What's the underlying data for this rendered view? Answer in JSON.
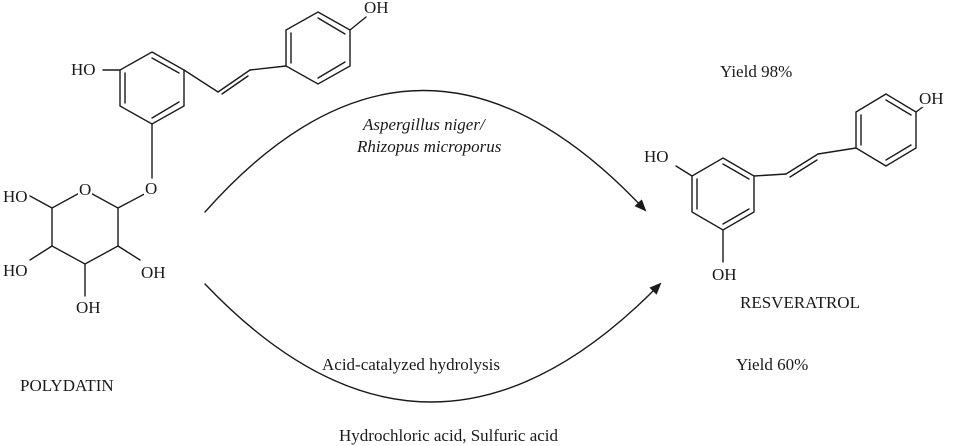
{
  "polydatin": {
    "name": "POLYDATIN",
    "atoms": {
      "oh_para": "OH",
      "oh_meta": "HO",
      "o_glyco": "O",
      "o_ring": "O",
      "oh_c6": "HO",
      "oh_c4": "HO",
      "oh_c2": "OH",
      "oh_c3": "OH"
    }
  },
  "resveratrol": {
    "name": "RESVERATROL",
    "atoms": {
      "oh_para": "OH",
      "oh_meta_top": "HO",
      "oh_meta_bottom": "OH"
    }
  },
  "routes": {
    "enzymatic": {
      "line1": "Aspergillus niger/",
      "line2": "Rhizopus microporus",
      "yield": "Yield 98%"
    },
    "acid": {
      "label": "Acid-catalyzed hydrolysis",
      "reagents": "Hydrochloric acid, Sulfuric acid",
      "yield": "Yield 60%"
    }
  },
  "colors": {
    "ink": "#1a1a1a",
    "background": "#ffffff"
  }
}
